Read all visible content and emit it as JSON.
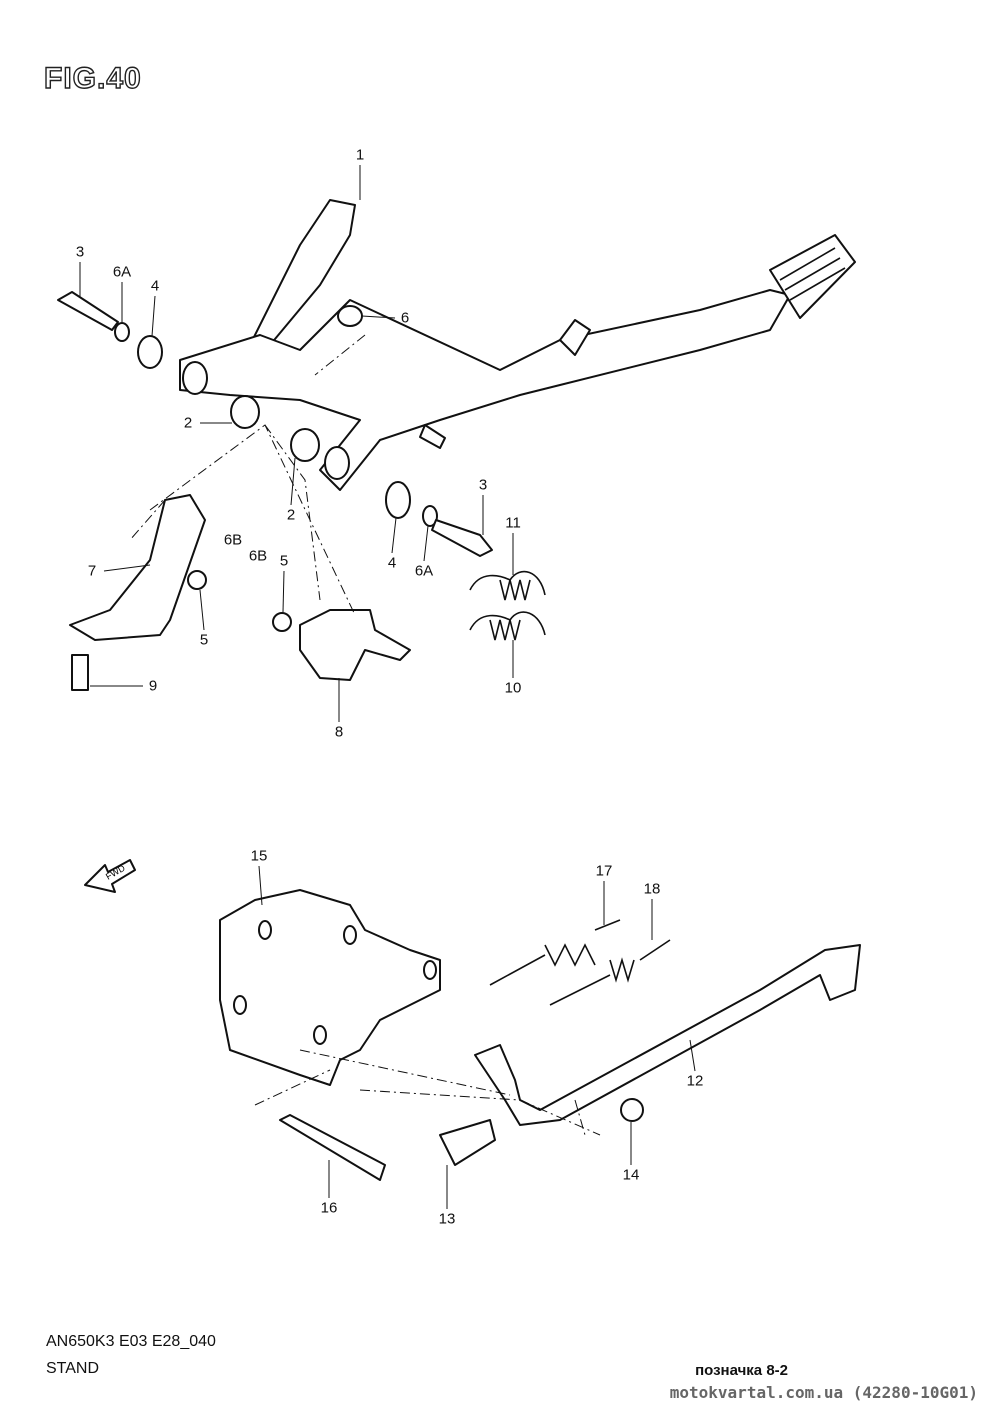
{
  "figure_title": "FIG.40",
  "model_code": "AN650K3 E03 E28_040",
  "section_name": "STAND",
  "reference": "позначка 8-2",
  "source": "motokvartal.com.ua (42280-10G01)",
  "fwd_label": "FWD",
  "callouts": [
    "1",
    "3",
    "6A",
    "4",
    "6",
    "2",
    "2",
    "3",
    "11",
    "6B",
    "6B",
    "5",
    "7",
    "4",
    "6A",
    "5",
    "10",
    "9",
    "8",
    "15",
    "17",
    "18",
    "12",
    "14",
    "16",
    "13"
  ]
}
